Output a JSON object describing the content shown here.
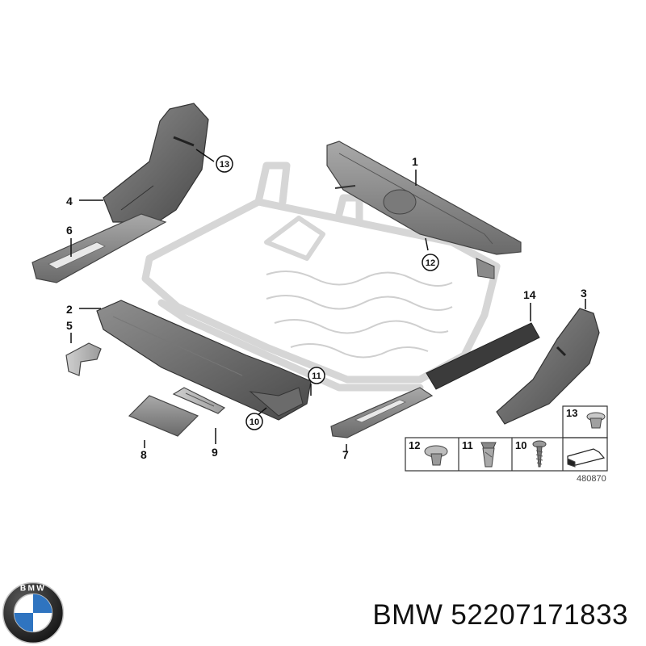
{
  "diagram": {
    "callouts": {
      "c1": "1",
      "c2": "2",
      "c3": "3",
      "c4": "4",
      "c5": "5",
      "c6": "6",
      "c7": "7",
      "c8": "8",
      "c9": "9",
      "c10": "10",
      "c11": "11",
      "c12": "12",
      "c13": "13",
      "c14": "14"
    },
    "legend": {
      "l13": "13",
      "l12": "12",
      "l11": "11",
      "l10": "10"
    },
    "diagram_number": "480870"
  },
  "logo": {
    "lettering": "BMW",
    "colors": {
      "ring": "#1b1b1b",
      "blue": "#2f74c0",
      "white": "#ffffff",
      "silver": "#c7c7c7"
    }
  },
  "caption": {
    "brand": "BMW",
    "part_number": "52207171833"
  },
  "colors": {
    "part_dark": "#5a5a5a",
    "part_mid": "#8d8d8d",
    "part_light": "#b9b9b9",
    "frame": "#d9d9d9",
    "line": "#111111"
  }
}
